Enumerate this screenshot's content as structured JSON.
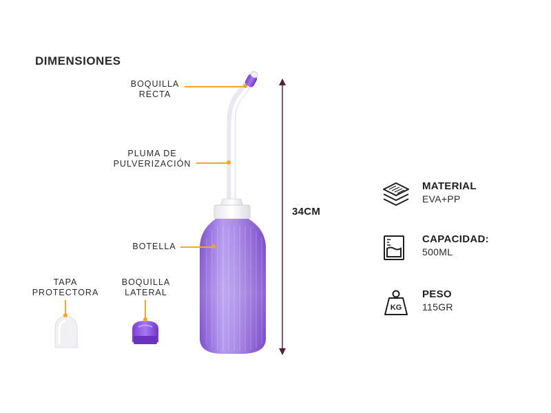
{
  "title": "DIMENSIONES",
  "parts": {
    "straight_nozzle": [
      "BOQUILLA",
      "RECTA"
    ],
    "spray_wand": [
      "PLUMA DE",
      "PULVERIZACIÓN"
    ],
    "bottle": [
      "BOTELLA"
    ],
    "protective_cap": [
      "TAPA",
      "PROTECTORA"
    ],
    "side_nozzle": [
      "BOQUILLA",
      "LATERAL"
    ]
  },
  "height_label": "34CM",
  "specs": [
    {
      "icon": "layers-icon",
      "name": "MATERIAL",
      "value": "EVA+PP"
    },
    {
      "icon": "measuring-cup-icon",
      "name": "CAPACIDAD:",
      "value": "500ML"
    },
    {
      "icon": "weight-kg-icon",
      "name": "PESO",
      "value": "115GR",
      "icon_text": "KG"
    }
  ],
  "colors": {
    "accent": "#f5a623",
    "bottle": "#9b6fe0",
    "dimension_line": "#5a1e3a"
  }
}
